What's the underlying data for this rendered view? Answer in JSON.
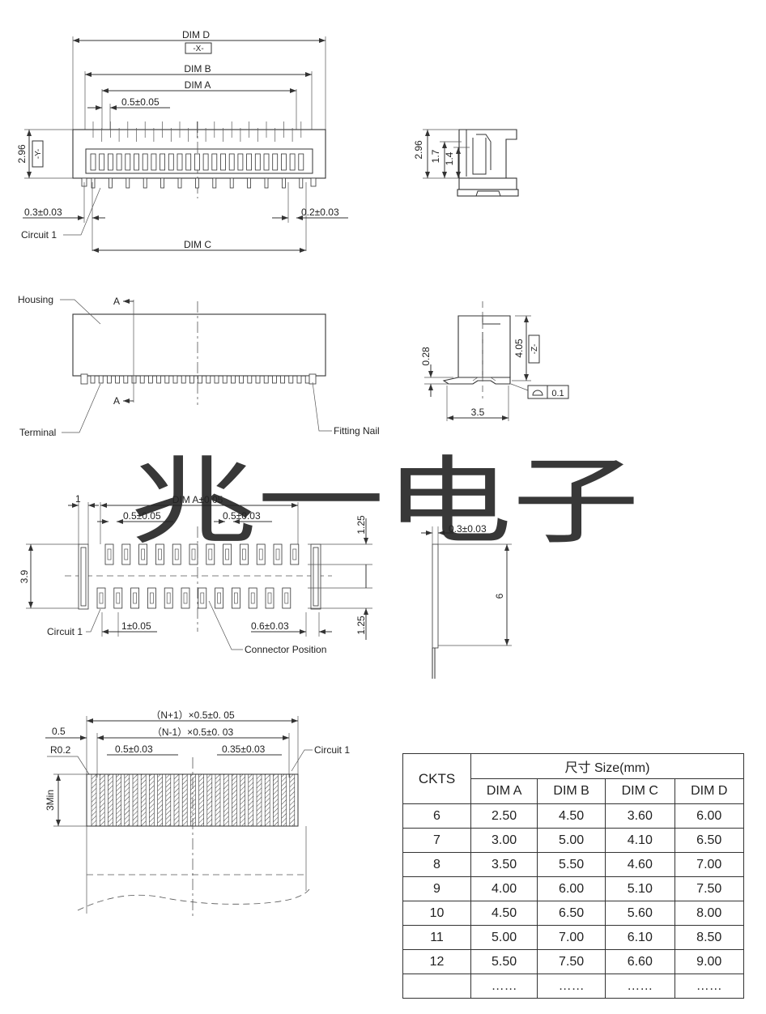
{
  "watermark": "兆一电子",
  "top_view": {
    "dim_d": "DIM D",
    "datum_x": "-X-",
    "dim_b": "DIM B",
    "dim_a": "DIM A",
    "pitch": "0.5±0.05",
    "height": "2.96",
    "datum_y": "-Y-",
    "left_offset": "0.3±0.03",
    "right_offset": "0.2±0.03",
    "circuit_1": "Circuit 1",
    "dim_c": "DIM C"
  },
  "side_view": {
    "height": "2.96",
    "h1": "1.7",
    "h2": "1.4"
  },
  "front_view": {
    "housing": "Housing",
    "section_a_top": "A",
    "section_a_bottom": "A",
    "terminal": "Terminal",
    "fitting_nail": "Fitting Nail"
  },
  "section_view": {
    "depth": "0.28",
    "height": "4.05",
    "datum_z": "-Z-",
    "flatness": "0.1",
    "width": "3.5"
  },
  "pcb_layout": {
    "edge": "1",
    "dim_a_tol": "DIM A±0.05",
    "pitch_top": "0.5±0.05",
    "pad_width": "0.5±0.03",
    "pad_len_top": "1.25",
    "height": "3.9",
    "pad_len_bottom": "1.25",
    "circuit_1": "Circuit 1",
    "pitch_bottom": "1±0.05",
    "pad_spacing": "0.6±0.03",
    "connector_position": "Connector Position"
  },
  "fpc_side": {
    "thickness": "0.3±0.03",
    "length": "6"
  },
  "fpc_detail": {
    "total_width": "（N+1）×0.5±0. 05",
    "inner_width": "（N-1）×0.5±0. 03",
    "edge": "0.5",
    "radius": "R0.2",
    "trace_width": "0.5±0.03",
    "trace_gap": "0.35±0.03",
    "circuit_1": "Circuit 1",
    "min_len": "3Min"
  },
  "table": {
    "ckts_header": "CKTS",
    "size_header": "尺寸 Size(mm)",
    "columns": [
      "DIM A",
      "DIM B",
      "DIM C",
      "DIM D"
    ],
    "rows": [
      [
        "6",
        "2.50",
        "4.50",
        "3.60",
        "6.00"
      ],
      [
        "7",
        "3.00",
        "5.00",
        "4.10",
        "6.50"
      ],
      [
        "8",
        "3.50",
        "5.50",
        "4.60",
        "7.00"
      ],
      [
        "9",
        "4.00",
        "6.00",
        "5.10",
        "7.50"
      ],
      [
        "10",
        "4.50",
        "6.50",
        "5.60",
        "8.00"
      ],
      [
        "11",
        "5.00",
        "7.00",
        "6.10",
        "8.50"
      ],
      [
        "12",
        "5.50",
        "7.50",
        "6.60",
        "9.00"
      ],
      [
        "",
        "……",
        "……",
        "……",
        "……"
      ]
    ]
  }
}
